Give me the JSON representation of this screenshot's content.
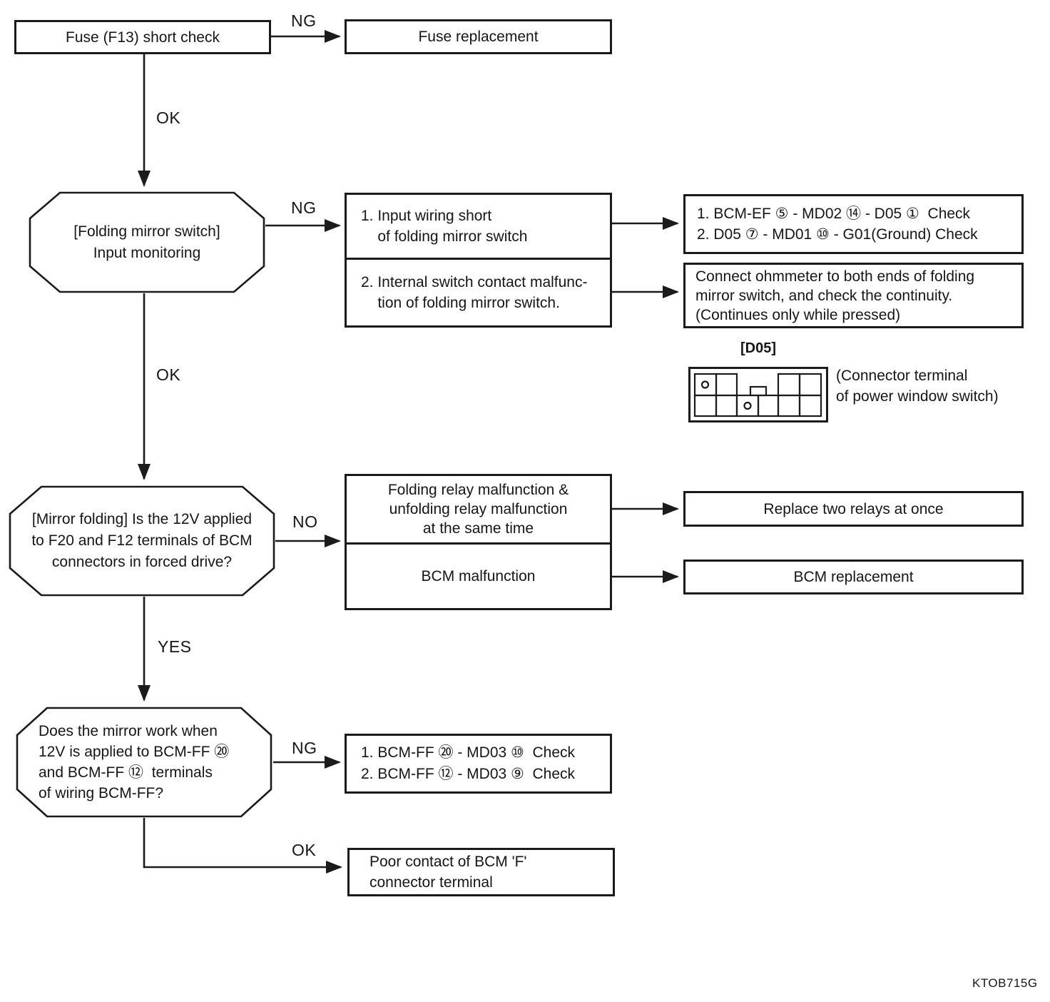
{
  "colors": {
    "ink": "#1b1b1b",
    "background": "#ffffff"
  },
  "page": {
    "code": "KTOB715G"
  },
  "labels": {
    "ng1": "NG",
    "ok1": "OK",
    "ng2": "NG",
    "ok2": "OK",
    "no1": "NO",
    "yes1": "YES",
    "ng3": "NG",
    "ok3": "OK"
  },
  "nodes": {
    "fuse_check": "Fuse (F13) short check",
    "fuse_replacement": "Fuse replacement",
    "input_monitoring": "[Folding mirror switch]\nInput monitoring",
    "cause_wiring_short": "1. Input wiring short\n    of folding mirror switch",
    "cause_internal_switch": "2. Internal switch contact malfunc-\n    tion of folding mirror switch.",
    "check_bcm_ef": "1. BCM-EF ⑤ - MD02 ⑭ - D05 ①  Check\n2. D05 ⑦ - MD01 ⑩ - G01(Ground) Check",
    "ohmmeter_note": "Connect ohmmeter to both ends of folding\nmirror switch, and check the continuity.\n(Continues only while pressed)",
    "d05_label": "[D05]",
    "d05_caption": "(Connector terminal\nof power window switch)",
    "mirror_folding_question": "[Mirror folding] Is the 12V applied\nto F20 and F12 terminals of BCM\nconnectors in forced drive?",
    "cause_relays": "Folding relay malfunction &\nunfolding relay malfunction\nat the same time",
    "cause_bcm": "BCM malfunction",
    "replace_relays": "Replace two relays at once",
    "bcm_replacement": "BCM replacement",
    "mirror_work_question": "Does the mirror work when\n12V is applied to BCM-FF ⑳\nand BCM-FF ⑫  terminals\nof wiring BCM-FF?",
    "check_bcm_ff": "1. BCM-FF ⑳ - MD03 ⑩  Check\n2. BCM-FF ⑫ - MD03 ⑨  Check",
    "poor_contact": "Poor contact of BCM 'F'\nconnector terminal"
  }
}
